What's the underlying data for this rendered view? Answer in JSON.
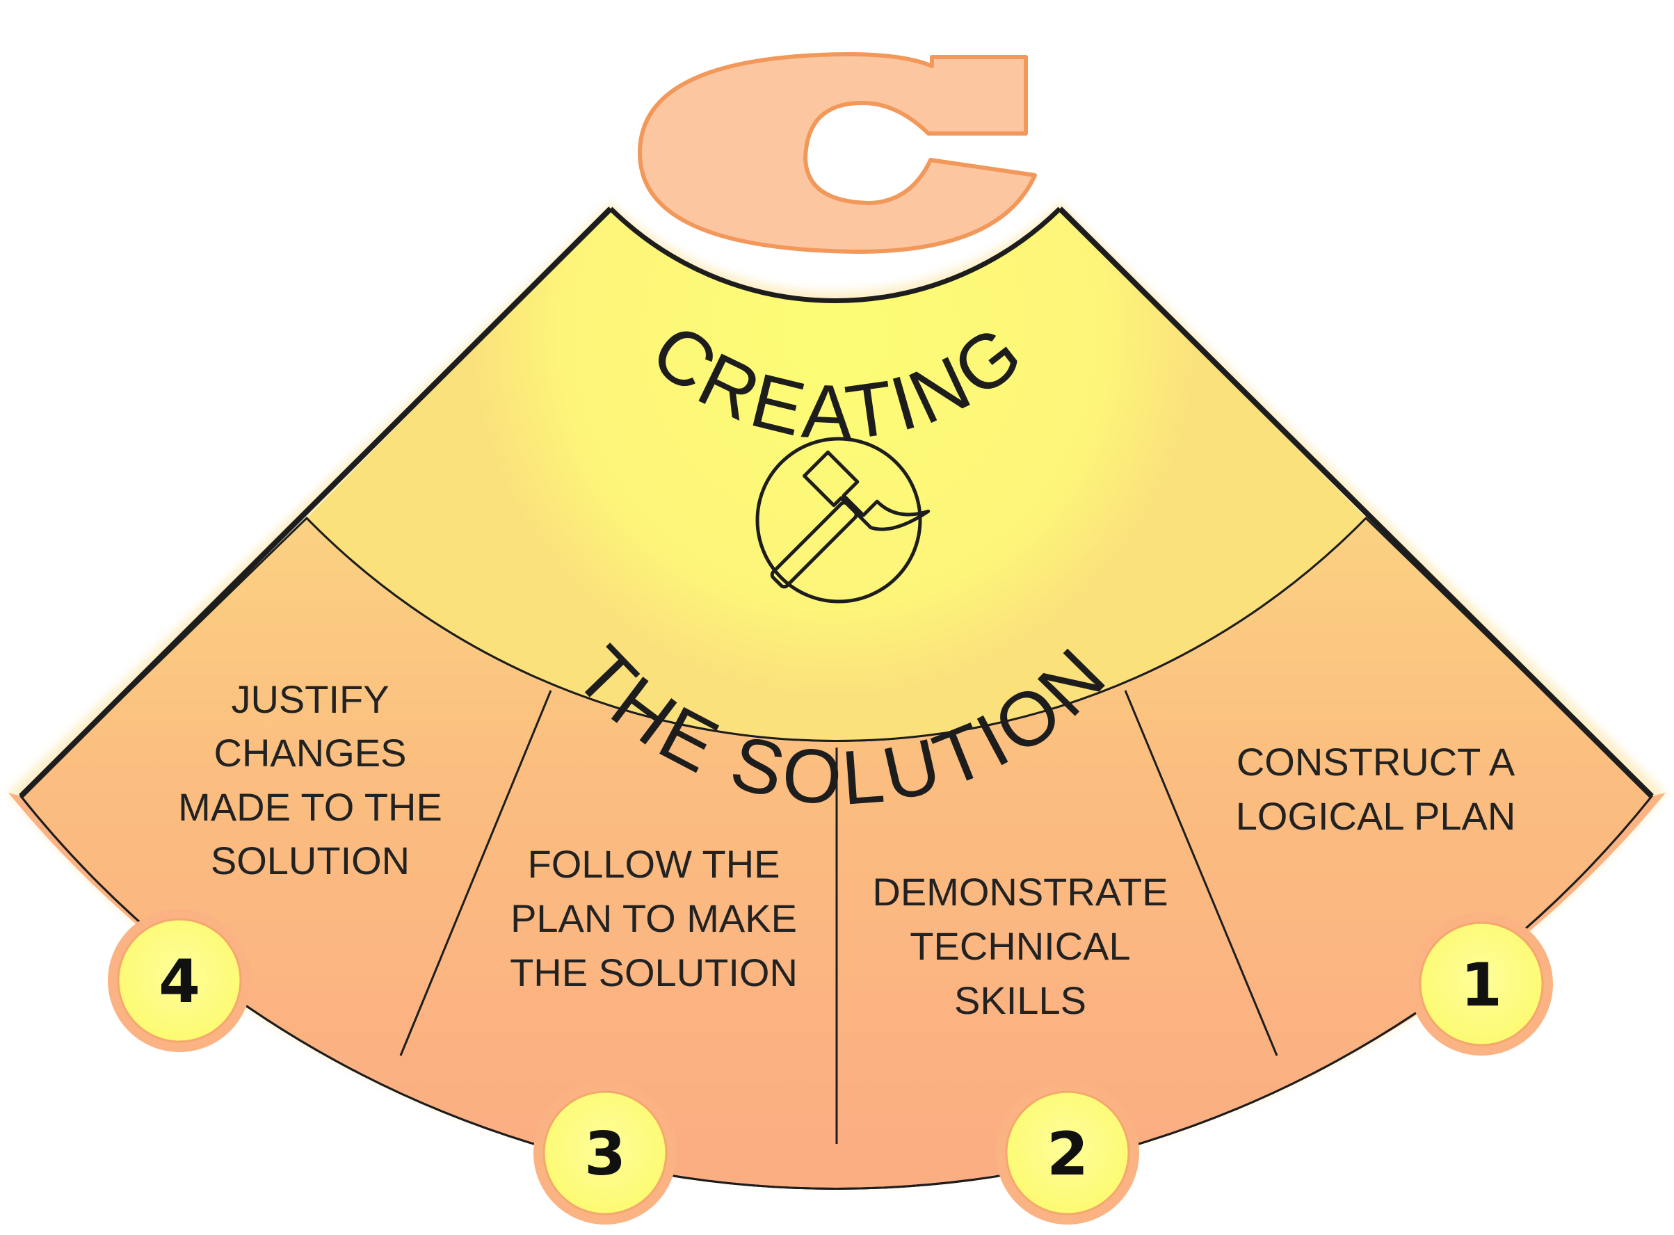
{
  "logo": {
    "letter": "C"
  },
  "title": {
    "top": "CREATING",
    "bottom": "THE SOLUTION"
  },
  "icon": "hammer-icon",
  "steps": [
    {
      "number": "1",
      "lines": [
        "CONSTRUCT A",
        "LOGICAL PLAN"
      ]
    },
    {
      "number": "2",
      "lines": [
        "DEMONSTRATE",
        "TECHNICAL",
        "SKILLS"
      ]
    },
    {
      "number": "3",
      "lines": [
        "FOLLOW THE",
        "PLAN TO MAKE",
        "THE SOLUTION"
      ]
    },
    {
      "number": "4",
      "lines": [
        "JUSTIFY",
        "CHANGES",
        "MADE TO THE",
        "SOLUTION"
      ]
    }
  ],
  "colors": {
    "yellow": "#fdfd75",
    "orange": "#fbb383",
    "logo": "#fcc7a0",
    "badge": "#fdfd7e",
    "outline": "#1d1d1d"
  }
}
